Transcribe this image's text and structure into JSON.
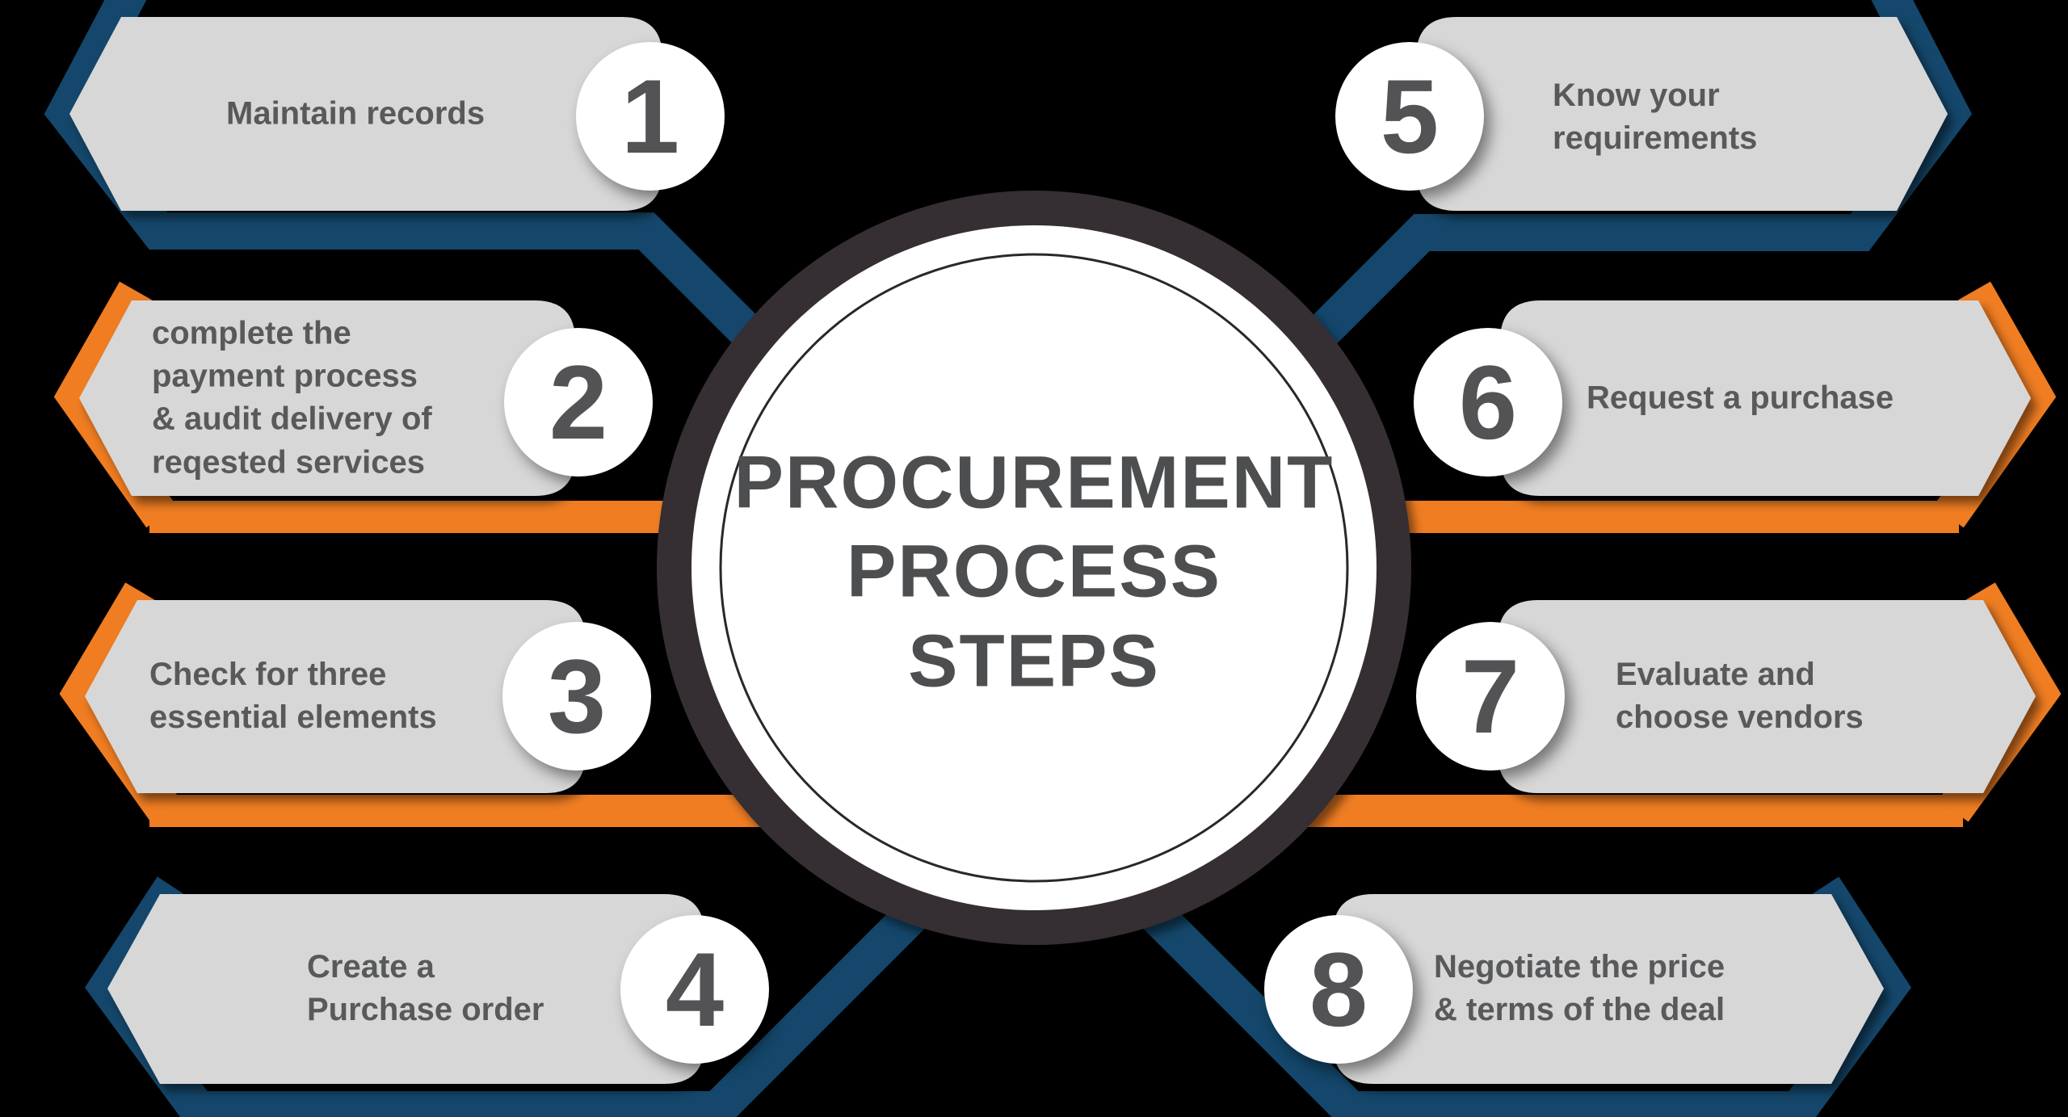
{
  "title": {
    "lines": [
      "PROCUREMENT",
      "PROCESS",
      "STEPS"
    ]
  },
  "steps": [
    {
      "number": "1",
      "lines": [
        "Maintain records"
      ],
      "accent": "blue"
    },
    {
      "number": "2",
      "lines": [
        "complete the",
        "payment process",
        "& audit delivery of",
        "reqested services"
      ],
      "accent": "orange"
    },
    {
      "number": "3",
      "lines": [
        "Check for three",
        "essential elements"
      ],
      "accent": "orange"
    },
    {
      "number": "4",
      "lines": [
        "Create a",
        "Purchase order"
      ],
      "accent": "blue"
    },
    {
      "number": "5",
      "lines": [
        "Know your",
        "requirements"
      ],
      "accent": "blue"
    },
    {
      "number": "6",
      "lines": [
        "Request a purchase"
      ],
      "accent": "orange"
    },
    {
      "number": "7",
      "lines": [
        "Evaluate and",
        "choose vendors"
      ],
      "accent": "orange"
    },
    {
      "number": "8",
      "lines": [
        "Negotiate the price",
        "& terms of the deal"
      ],
      "accent": "blue"
    }
  ],
  "colors": {
    "background": "#000000",
    "blue_ribbon": "#14476B",
    "orange_ribbon": "#F07D22",
    "banner_gray": "#D7D7D7",
    "ring_dark": "#342F31",
    "circle_white": "#FFFFFF",
    "label_text": "#58595B",
    "title_text": "#4D4E50",
    "number_text": "#535356"
  }
}
